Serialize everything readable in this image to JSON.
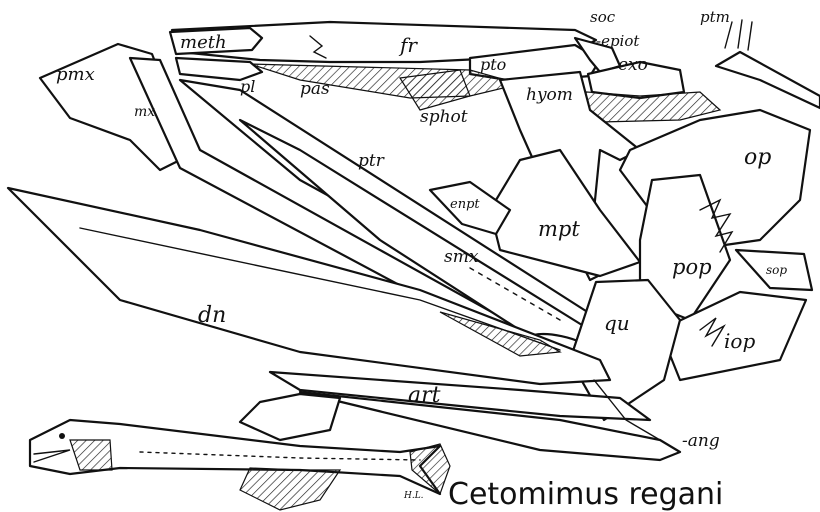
{
  "figure": {
    "title": "Cetomimus regani",
    "signature": "H.L.",
    "labels": {
      "soc": "soc",
      "ptm": "ptm",
      "meth": "meth",
      "fr": "fr",
      "epiot": "-epiot",
      "pmx": "pmx",
      "pto": "pto",
      "exo": "exo",
      "pl": "pl",
      "pas": "pas",
      "mx": "mx",
      "sphot": "sphot",
      "hyom": "hyom",
      "op": "op",
      "ptr": "ptr",
      "enpt": "enpt",
      "mpt": "mpt",
      "smx": "smx",
      "pop": "pop",
      "sop": "sop",
      "qu": "qu",
      "dn": "dn",
      "iop": "iop",
      "art": "art",
      "ang": "-ang"
    }
  }
}
